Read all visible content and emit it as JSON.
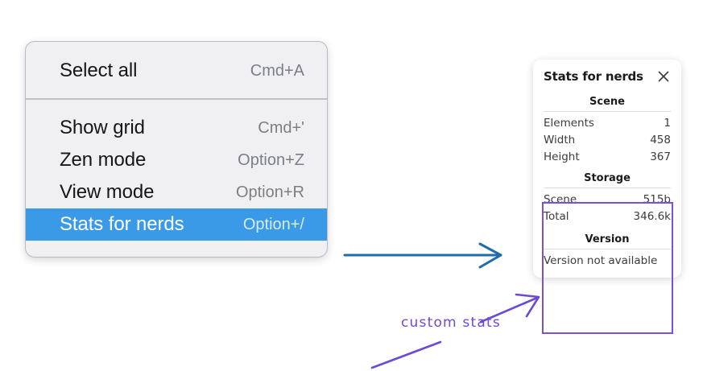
{
  "menu": {
    "groups": [
      {
        "name": "primary",
        "items": [
          {
            "label": "Select all",
            "shortcut": "Cmd+A",
            "selected": false
          }
        ]
      },
      {
        "name": "view",
        "items": [
          {
            "label": "Show grid",
            "shortcut": "Cmd+'",
            "selected": false
          },
          {
            "label": "Zen mode",
            "shortcut": "Option+Z",
            "selected": false
          },
          {
            "label": "View mode",
            "shortcut": "Option+R",
            "selected": false
          },
          {
            "label": "Stats for nerds",
            "shortcut": "Option+/",
            "selected": true
          }
        ]
      }
    ],
    "selected_color": "#3b9ae8"
  },
  "stats_panel": {
    "title": "Stats for nerds",
    "close_icon": "close-icon",
    "sections": [
      {
        "heading": "Scene",
        "rows": [
          {
            "key": "Elements",
            "value": "1"
          },
          {
            "key": "Width",
            "value": "458"
          },
          {
            "key": "Height",
            "value": "367"
          }
        ]
      },
      {
        "heading": "Storage",
        "rows": [
          {
            "key": "Scene",
            "value": "515b"
          },
          {
            "key": "Total",
            "value": "346.6k"
          }
        ]
      },
      {
        "heading": "Version",
        "text": "Version not available"
      }
    ],
    "highlight_color": "#7a52d8"
  },
  "annotations": {
    "handwritten_label": "custom stats",
    "handwritten_color": "#6b4ad6",
    "blue_arrow_color": "#1f6bab"
  }
}
